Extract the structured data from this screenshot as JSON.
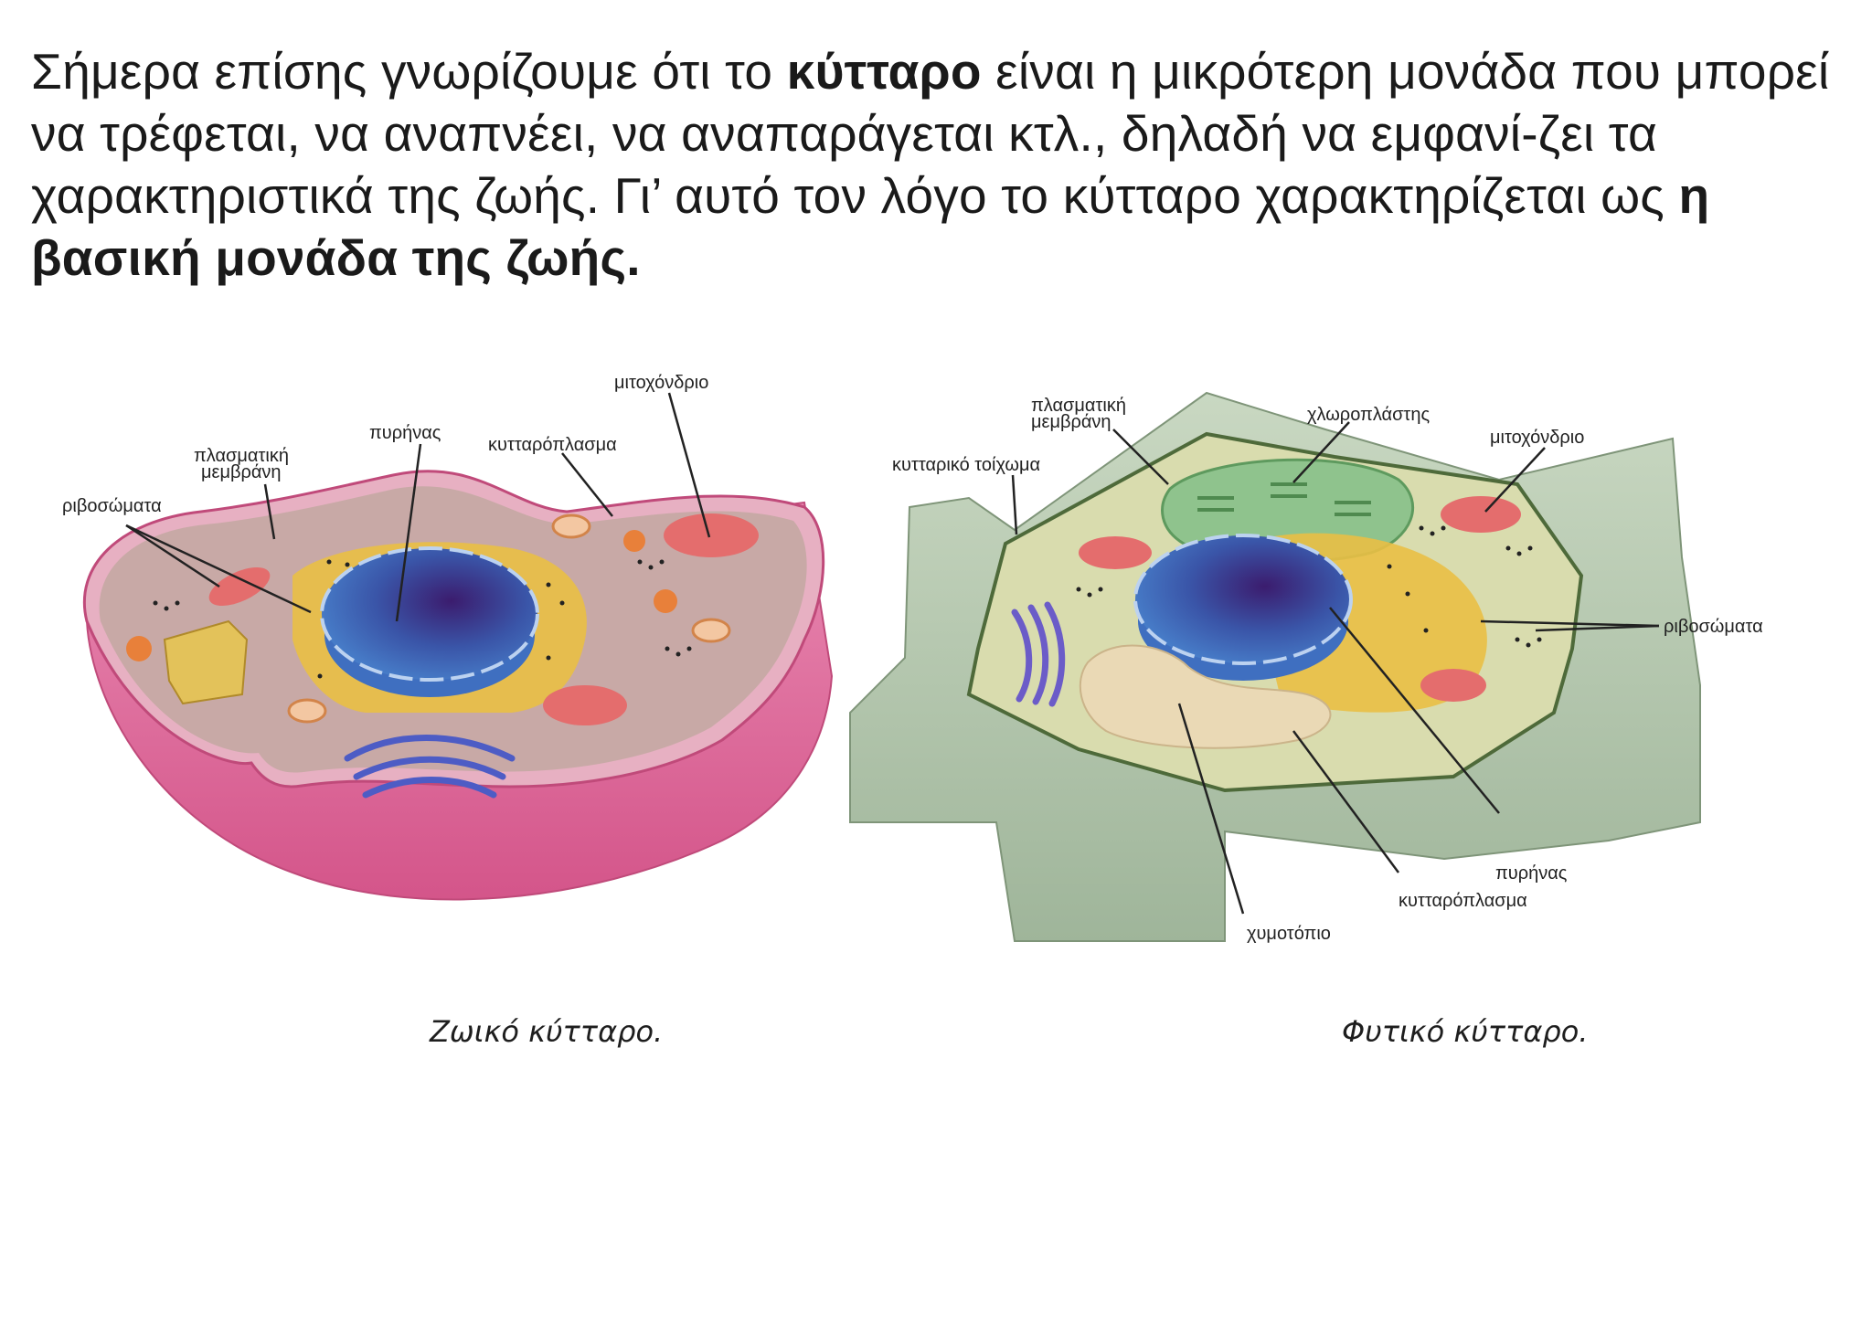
{
  "intro": {
    "t1": "Σήμερα επίσης γνωρίζουμε ότι το ",
    "b1": "κύτταρο",
    "t2": " είναι η μικρότερη μονάδα που μπορεί να τρέφεται, να αναπνέει, να αναπαράγεται κτλ., δηλαδή να εμφανί-ζει τα χαρακτηριστικά της ζωής. Γι’ αυτό τον λόγο το κύτταρο χαρακτηρίζεται ως ",
    "b2": "η βασική μονάδα της ζωής."
  },
  "animal_cell": {
    "caption": "Ζωικό κύτταρο.",
    "labels": {
      "mitochondrion": "μιτοχόνδριο",
      "nucleus": "πυρήνας",
      "cytoplasm": "κυτταρόπλασμα",
      "plasma_membrane_1": "πλασματική",
      "plasma_membrane_2": "μεμβράνη",
      "ribosomes": "ριβοσώματα"
    }
  },
  "plant_cell": {
    "caption": "Φυτικό κύτταρο.",
    "labels": {
      "plasma_membrane_1": "πλασματική",
      "plasma_membrane_2": "μεμβράνη",
      "chloroplast": "χλωροπλάστης",
      "cell_wall": "κυτταρικό τοίχωμα",
      "mitochondrion": "μιτοχόνδριο",
      "ribosomes": "ριβοσώματα",
      "nucleus": "πυρήνας",
      "cytoplasm": "κυτταρόπλασμα",
      "vacuole": "χυμοτόπιο"
    }
  },
  "colors": {
    "membrane_pink": "#e06a9a",
    "cytoplasm_animal": "#c8a9a6",
    "nucleus_blue": "#3f6fc0",
    "er_yellow": "#f0c040",
    "cell_wall_green": "#b8ccb0",
    "cytoplasm_plant": "#d9dcae",
    "chloroplast_green": "#88c088"
  }
}
